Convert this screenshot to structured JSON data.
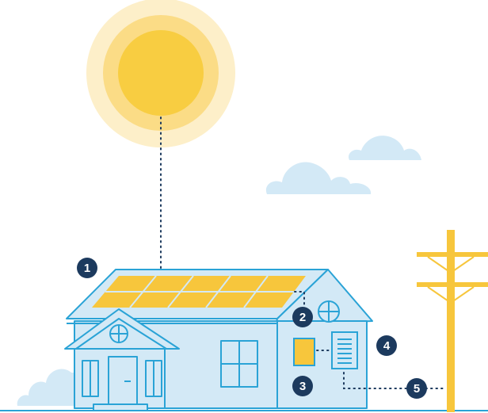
{
  "colors": {
    "sky_blue": "#d3e9f6",
    "house_fill": "#d3e9f6",
    "house_stroke": "#2aa3d6",
    "panel_yellow": "#f7c63c",
    "sun_core": "#f8cd41",
    "sun_ring_mid": "#fbdc86",
    "sun_ring_outer": "#fdefc9",
    "badge_navy": "#1c3a5e",
    "dot_line": "#1c3a5e"
  },
  "icons": {
    "sun": "sun-icon",
    "solar_panels": "solar-panel-array-icon",
    "inverter": "inverter-icon",
    "meter": "electric-panel-icon",
    "utility_pole": "utility-pole-icon",
    "cloud": "cloud-icon",
    "house": "house-icon"
  },
  "callouts": [
    {
      "label": "1",
      "component": "solar-panels"
    },
    {
      "label": "2",
      "component": "inverter-connection"
    },
    {
      "label": "3",
      "component": "inverter"
    },
    {
      "label": "4",
      "component": "electrical-panel"
    },
    {
      "label": "5",
      "component": "utility-grid"
    }
  ]
}
